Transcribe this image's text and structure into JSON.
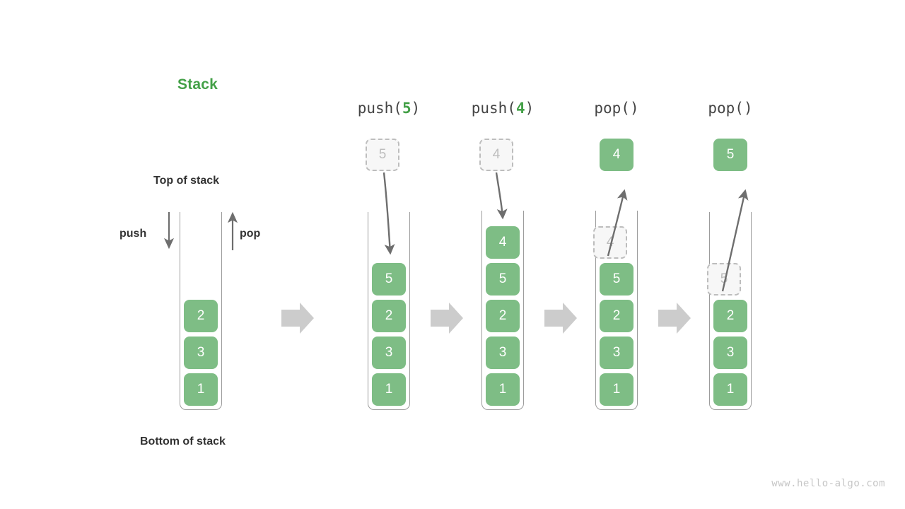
{
  "title": "Stack",
  "labels": {
    "top_of_stack": "Top of stack",
    "bottom_of_stack": "Bottom of stack",
    "push": "push",
    "pop": "pop"
  },
  "colors": {
    "accent_green": "#43a047",
    "cell_green": "#7ebd85",
    "ghost_gray": "#bdbdbd",
    "arrow_gray": "#6e6e6e",
    "transition_arrow": "#cccccc",
    "text": "#333333",
    "watermark": "#c6c6c6"
  },
  "initial_stack": {
    "name": "initial",
    "cells": [
      "2",
      "3",
      "1"
    ]
  },
  "steps": [
    {
      "op_name": "push",
      "op_arg": "5",
      "op_prefix": "push(",
      "op_suffix": ")",
      "floating_cell": {
        "value": "5",
        "style": "ghost"
      },
      "cells": [
        "5",
        "2",
        "3",
        "1"
      ],
      "ghost_index": -1,
      "arrow_direction": "down"
    },
    {
      "op_name": "push",
      "op_arg": "4",
      "op_prefix": "push(",
      "op_suffix": ")",
      "floating_cell": {
        "value": "4",
        "style": "ghost"
      },
      "cells": [
        "4",
        "5",
        "2",
        "3",
        "1"
      ],
      "ghost_index": -1,
      "arrow_direction": "down"
    },
    {
      "op_name": "pop",
      "op_arg": "",
      "op_prefix": "pop(",
      "op_suffix": ")",
      "floating_cell": {
        "value": "4",
        "style": "solid"
      },
      "cells": [
        "4",
        "5",
        "2",
        "3",
        "1"
      ],
      "ghost_index": 0,
      "arrow_direction": "up"
    },
    {
      "op_name": "pop",
      "op_arg": "",
      "op_prefix": "pop(",
      "op_suffix": ")",
      "floating_cell": {
        "value": "5",
        "style": "solid"
      },
      "cells": [
        "5",
        "2",
        "3",
        "1"
      ],
      "ghost_index": 0,
      "arrow_direction": "up"
    }
  ],
  "transition_arrow_icon": "right-block-arrow",
  "watermark": "www.hello-algo.com"
}
